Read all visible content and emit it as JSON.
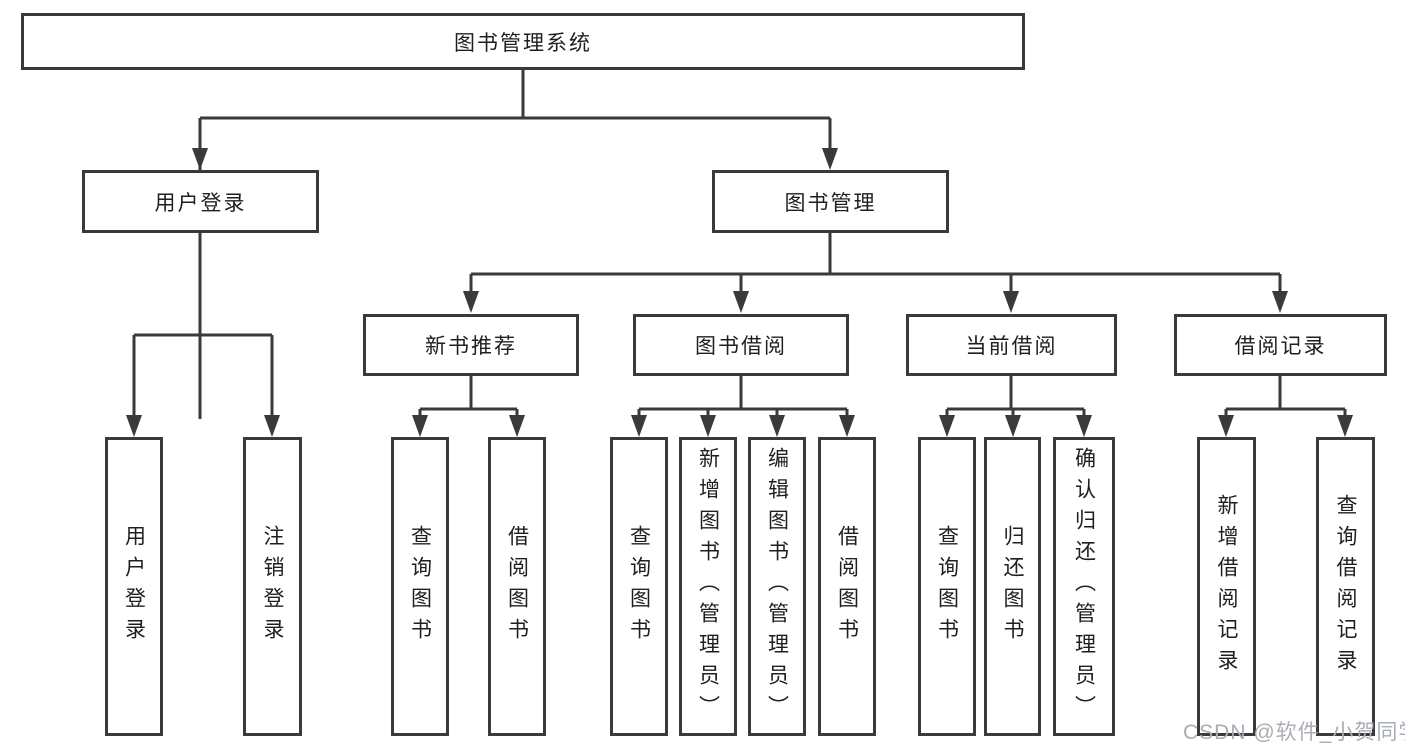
{
  "diagram": {
    "root": {
      "label": "图书管理系统"
    },
    "level2": [
      {
        "label": "用户登录"
      },
      {
        "label": "图书管理"
      }
    ],
    "level3": [
      {
        "label": "新书推荐"
      },
      {
        "label": "图书借阅"
      },
      {
        "label": "当前借阅"
      },
      {
        "label": "借阅记录"
      }
    ],
    "leaves": {
      "userLogin": [
        {
          "label": "用户登录"
        },
        {
          "label": "注销登录"
        }
      ],
      "newBook": [
        {
          "label": "查询图书"
        },
        {
          "label": "借阅图书"
        }
      ],
      "bookBorrow": [
        {
          "label": "查询图书"
        },
        {
          "label": "新增图书（管理员）"
        },
        {
          "label": "编辑图书（管理员）"
        },
        {
          "label": "借阅图书"
        }
      ],
      "currentBorrow": [
        {
          "label": "查询图书"
        },
        {
          "label": "归还图书"
        },
        {
          "label": "确认归还（管理员）"
        }
      ],
      "records": [
        {
          "label": "新增借阅记录"
        },
        {
          "label": "查询借阅记录"
        }
      ]
    }
  },
  "watermark": {
    "text": "CSDN @软件_小贺同学"
  },
  "colors": {
    "line": "#3a3a3a",
    "text": "#1f1f1f",
    "box-bg": "#ffffff",
    "watermark": "#a9adb4"
  }
}
